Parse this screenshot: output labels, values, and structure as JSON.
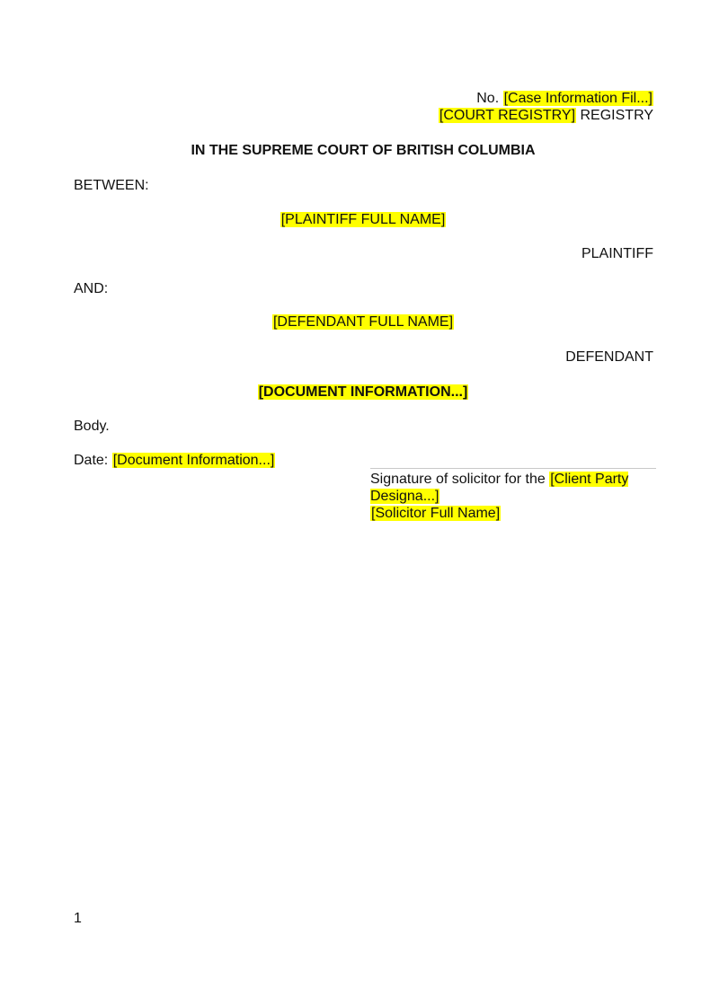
{
  "document": {
    "header": {
      "case_number_label": "No.",
      "case_number_value": "[Case Information Fil...]",
      "registry_value": "[COURT REGISTRY]",
      "registry_suffix": "REGISTRY"
    },
    "court_title": "IN THE SUPREME COURT OF BRITISH COLUMBIA",
    "parties": {
      "between_label": "BETWEEN:",
      "plaintiff_name": "[PLAINTIFF FULL NAME]",
      "plaintiff_role": "PLAINTIFF",
      "and_label": "AND:",
      "defendant_name": "[DEFENDANT FULL NAME]",
      "defendant_role": "DEFENDANT"
    },
    "document_title": "[DOCUMENT INFORMATION...]",
    "body_text": "Body.",
    "date": {
      "label": "Date:",
      "value": "[Document Information...]"
    },
    "signature": {
      "prefix": "Signature of solicitor for the",
      "client_party": "[Client Party Designa...]",
      "solicitor_name": "[Solicitor Full Name]"
    },
    "page_number": "1"
  },
  "colors": {
    "highlight": "#ffff00",
    "text": "#111111",
    "signature_rule": "#c8c8c8"
  }
}
